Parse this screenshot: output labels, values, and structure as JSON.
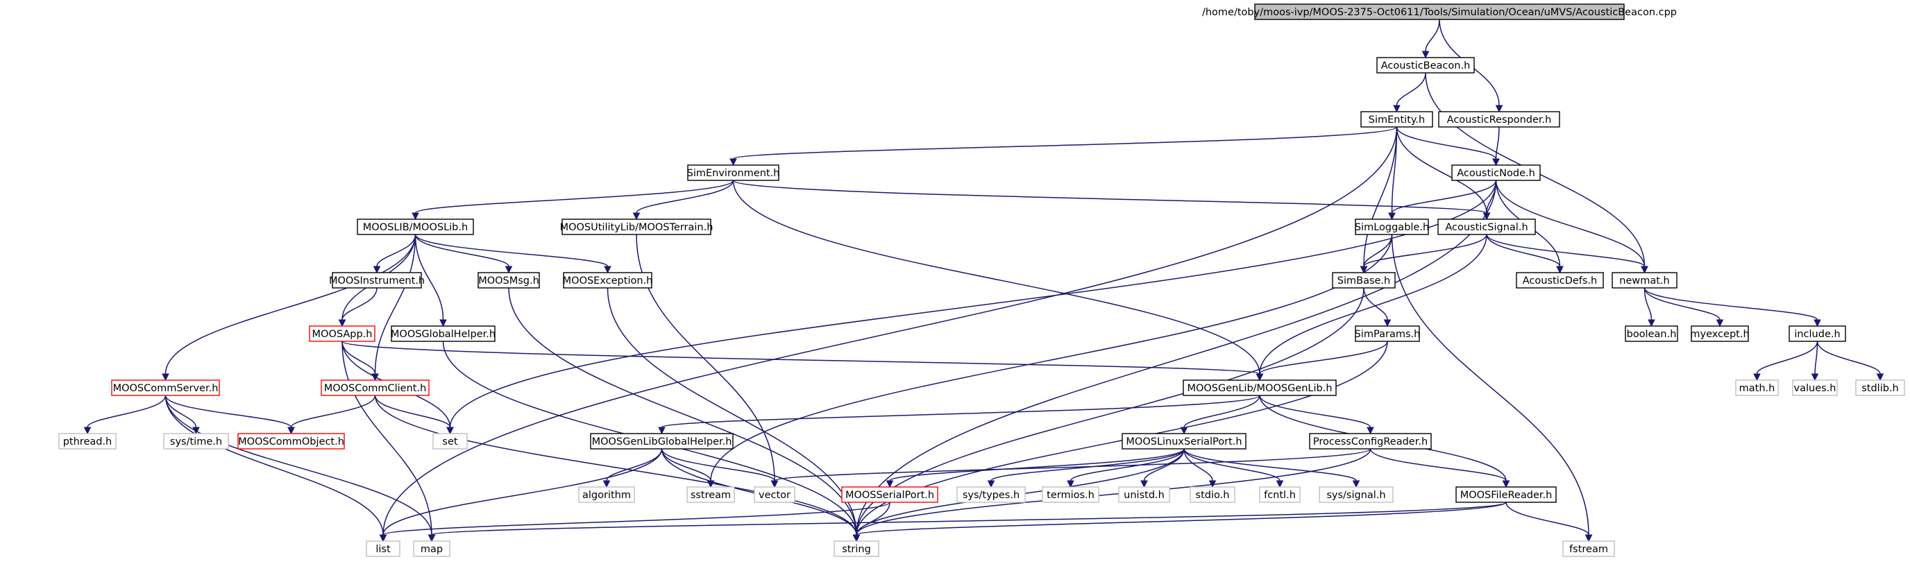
{
  "diagram": {
    "type": "include-dependency-graph",
    "colors": {
      "root_fill": "#bfbfbf",
      "node_border": "#000000",
      "truncated_border": "#ff0000",
      "system_border": "#bfbfbf",
      "edge": "#191970"
    },
    "nodes": [
      {
        "id": "root",
        "label": "/home/toby/moos-ivp/MOOS-2375-Oct0611/Tools/Simulation/Ocean/uMVS/AcousticBeacon.cpp",
        "kind": "root"
      },
      {
        "id": "acousticbeacon",
        "label": "AcousticBeacon.h",
        "kind": "normal"
      },
      {
        "id": "simentity",
        "label": "SimEntity.h",
        "kind": "normal"
      },
      {
        "id": "acousticresponder",
        "label": "AcousticResponder.h",
        "kind": "normal"
      },
      {
        "id": "simenvironment",
        "label": "SimEnvironment.h",
        "kind": "normal"
      },
      {
        "id": "acousticnode",
        "label": "AcousticNode.h",
        "kind": "normal"
      },
      {
        "id": "mooslib",
        "label": "MOOSLIB/MOOSLib.h",
        "kind": "normal"
      },
      {
        "id": "moosterrain",
        "label": "MOOSUtilityLib/MOOSTerrain.h",
        "kind": "normal"
      },
      {
        "id": "simloggable",
        "label": "SimLoggable.h",
        "kind": "normal"
      },
      {
        "id": "acousticsignal",
        "label": "AcousticSignal.h",
        "kind": "normal"
      },
      {
        "id": "moosinstrument",
        "label": "MOOSInstrument.h",
        "kind": "normal"
      },
      {
        "id": "moosmsg",
        "label": "MOOSMsg.h",
        "kind": "normal"
      },
      {
        "id": "moosexception",
        "label": "MOOSException.h",
        "kind": "normal"
      },
      {
        "id": "simbase",
        "label": "SimBase.h",
        "kind": "normal"
      },
      {
        "id": "acousticdefs",
        "label": "AcousticDefs.h",
        "kind": "normal"
      },
      {
        "id": "newmat",
        "label": "newmat.h",
        "kind": "normal"
      },
      {
        "id": "moosapp",
        "label": "MOOSApp.h",
        "kind": "truncated"
      },
      {
        "id": "moosgloballhelper",
        "label": "MOOSGlobalHelper.h",
        "kind": "normal"
      },
      {
        "id": "simparams",
        "label": "SimParams.h",
        "kind": "normal"
      },
      {
        "id": "boolean",
        "label": "boolean.h",
        "kind": "normal"
      },
      {
        "id": "myexcept",
        "label": "myexcept.h",
        "kind": "normal"
      },
      {
        "id": "include",
        "label": "include.h",
        "kind": "normal"
      },
      {
        "id": "mooscommserver",
        "label": "MOOSCommServer.h",
        "kind": "truncated"
      },
      {
        "id": "mooscommclient",
        "label": "MOOSCommClient.h",
        "kind": "truncated"
      },
      {
        "id": "moosgenlib",
        "label": "MOOSGenLib/MOOSGenLib.h",
        "kind": "normal"
      },
      {
        "id": "math",
        "label": "math.h",
        "kind": "system"
      },
      {
        "id": "values",
        "label": "values.h",
        "kind": "system"
      },
      {
        "id": "stdlib",
        "label": "stdlib.h",
        "kind": "system"
      },
      {
        "id": "pthread",
        "label": "pthread.h",
        "kind": "system"
      },
      {
        "id": "systime",
        "label": "sys/time.h",
        "kind": "system"
      },
      {
        "id": "mooscommobject",
        "label": "MOOSCommObject.h",
        "kind": "truncated"
      },
      {
        "id": "set",
        "label": "set",
        "kind": "system"
      },
      {
        "id": "moosgenlibglobalhelper",
        "label": "MOOSGenLibGlobalHelper.h",
        "kind": "normal"
      },
      {
        "id": "mooslinuxserialport",
        "label": "MOOSLinuxSerialPort.h",
        "kind": "normal"
      },
      {
        "id": "processconfigreader",
        "label": "ProcessConfigReader.h",
        "kind": "normal"
      },
      {
        "id": "algorithm",
        "label": "algorithm",
        "kind": "system"
      },
      {
        "id": "sstream",
        "label": "sstream",
        "kind": "system"
      },
      {
        "id": "vector",
        "label": "vector",
        "kind": "system"
      },
      {
        "id": "moosserialport",
        "label": "MOOSSerialPort.h",
        "kind": "truncated"
      },
      {
        "id": "systypes",
        "label": "sys/types.h",
        "kind": "system"
      },
      {
        "id": "termios",
        "label": "termios.h",
        "kind": "system"
      },
      {
        "id": "unistd",
        "label": "unistd.h",
        "kind": "system"
      },
      {
        "id": "stdio",
        "label": "stdio.h",
        "kind": "system"
      },
      {
        "id": "fcntl",
        "label": "fcntl.h",
        "kind": "system"
      },
      {
        "id": "syssignal",
        "label": "sys/signal.h",
        "kind": "system"
      },
      {
        "id": "moosfilereader",
        "label": "MOOSFileReader.h",
        "kind": "normal"
      },
      {
        "id": "list",
        "label": "list",
        "kind": "system"
      },
      {
        "id": "map",
        "label": "map",
        "kind": "system"
      },
      {
        "id": "string",
        "label": "string",
        "kind": "system"
      },
      {
        "id": "fstream",
        "label": "fstream",
        "kind": "system"
      }
    ],
    "edges": [
      [
        "root",
        "acousticbeacon"
      ],
      [
        "root",
        "acousticresponder"
      ],
      [
        "acousticbeacon",
        "simentity"
      ],
      [
        "acousticbeacon",
        "newmat"
      ],
      [
        "acousticresponder",
        "acousticnode"
      ],
      [
        "simentity",
        "simenvironment"
      ],
      [
        "simentity",
        "acousticnode"
      ],
      [
        "simentity",
        "simloggable"
      ],
      [
        "simentity",
        "acousticsignal"
      ],
      [
        "simentity",
        "simbase"
      ],
      [
        "simentity",
        "list"
      ],
      [
        "simenvironment",
        "mooslib"
      ],
      [
        "simenvironment",
        "moosterrain"
      ],
      [
        "simenvironment",
        "acousticsignal"
      ],
      [
        "simenvironment",
        "moosgenlib"
      ],
      [
        "acousticnode",
        "simloggable"
      ],
      [
        "acousticnode",
        "acousticsignal"
      ],
      [
        "acousticnode",
        "acousticdefs"
      ],
      [
        "acousticnode",
        "newmat"
      ],
      [
        "acousticnode",
        "set"
      ],
      [
        "acousticnode",
        "string"
      ],
      [
        "mooslib",
        "moosinstrument"
      ],
      [
        "mooslib",
        "moosmsg"
      ],
      [
        "mooslib",
        "moosexception"
      ],
      [
        "mooslib",
        "moosgloballhelper"
      ],
      [
        "mooslib",
        "moosapp"
      ],
      [
        "mooslib",
        "mooscommclient"
      ],
      [
        "mooslib",
        "mooscommserver"
      ],
      [
        "moosterrain",
        "vector"
      ],
      [
        "simloggable",
        "simbase"
      ],
      [
        "simloggable",
        "sstream"
      ],
      [
        "simloggable",
        "fstream"
      ],
      [
        "acousticsignal",
        "simbase"
      ],
      [
        "acousticsignal",
        "acousticdefs"
      ],
      [
        "acousticsignal",
        "newmat"
      ],
      [
        "acousticsignal",
        "moosgenlib"
      ],
      [
        "moosinstrument",
        "moosapp"
      ],
      [
        "moosmsg",
        "string"
      ],
      [
        "moosexception",
        "string"
      ],
      [
        "moosgloballhelper",
        "string"
      ],
      [
        "simbase",
        "simparams"
      ],
      [
        "simbase",
        "string"
      ],
      [
        "newmat",
        "boolean"
      ],
      [
        "newmat",
        "myexcept"
      ],
      [
        "newmat",
        "include"
      ],
      [
        "moosapp",
        "mooscommclient"
      ],
      [
        "moosapp",
        "moosgenlib"
      ],
      [
        "moosapp",
        "set"
      ],
      [
        "moosapp",
        "map"
      ],
      [
        "simparams",
        "moosgenlib"
      ],
      [
        "simparams",
        "string"
      ],
      [
        "include",
        "math"
      ],
      [
        "include",
        "values"
      ],
      [
        "include",
        "stdlib"
      ],
      [
        "mooscommserver",
        "pthread"
      ],
      [
        "mooscommserver",
        "systime"
      ],
      [
        "mooscommserver",
        "mooscommobject"
      ],
      [
        "mooscommserver",
        "list"
      ],
      [
        "mooscommserver",
        "map"
      ],
      [
        "mooscommclient",
        "mooscommobject"
      ],
      [
        "mooscommclient",
        "set"
      ],
      [
        "mooscommclient",
        "string"
      ],
      [
        "moosgenlib",
        "moosgenlibglobalhelper"
      ],
      [
        "moosgenlib",
        "mooslinuxserialport"
      ],
      [
        "moosgenlib",
        "processconfigreader"
      ],
      [
        "moosgenlib",
        "moosfilereader"
      ],
      [
        "moosgenlibglobalhelper",
        "algorithm"
      ],
      [
        "moosgenlibglobalhelper",
        "sstream"
      ],
      [
        "moosgenlibglobalhelper",
        "vector"
      ],
      [
        "moosgenlibglobalhelper",
        "string"
      ],
      [
        "moosgenlibglobalhelper",
        "list"
      ],
      [
        "mooslinuxserialport",
        "moosserialport"
      ],
      [
        "mooslinuxserialport",
        "systypes"
      ],
      [
        "mooslinuxserialport",
        "termios"
      ],
      [
        "mooslinuxserialport",
        "unistd"
      ],
      [
        "mooslinuxserialport",
        "stdio"
      ],
      [
        "mooslinuxserialport",
        "fcntl"
      ],
      [
        "mooslinuxserialport",
        "syssignal"
      ],
      [
        "mooslinuxserialport",
        "string"
      ],
      [
        "processconfigreader",
        "moosfilereader"
      ],
      [
        "processconfigreader",
        "vector"
      ],
      [
        "processconfigreader",
        "string"
      ],
      [
        "moosserialport",
        "list"
      ],
      [
        "moosserialport",
        "string"
      ],
      [
        "moosfilereader",
        "map"
      ],
      [
        "moosfilereader",
        "string"
      ],
      [
        "moosfilereader",
        "fstream"
      ]
    ]
  }
}
